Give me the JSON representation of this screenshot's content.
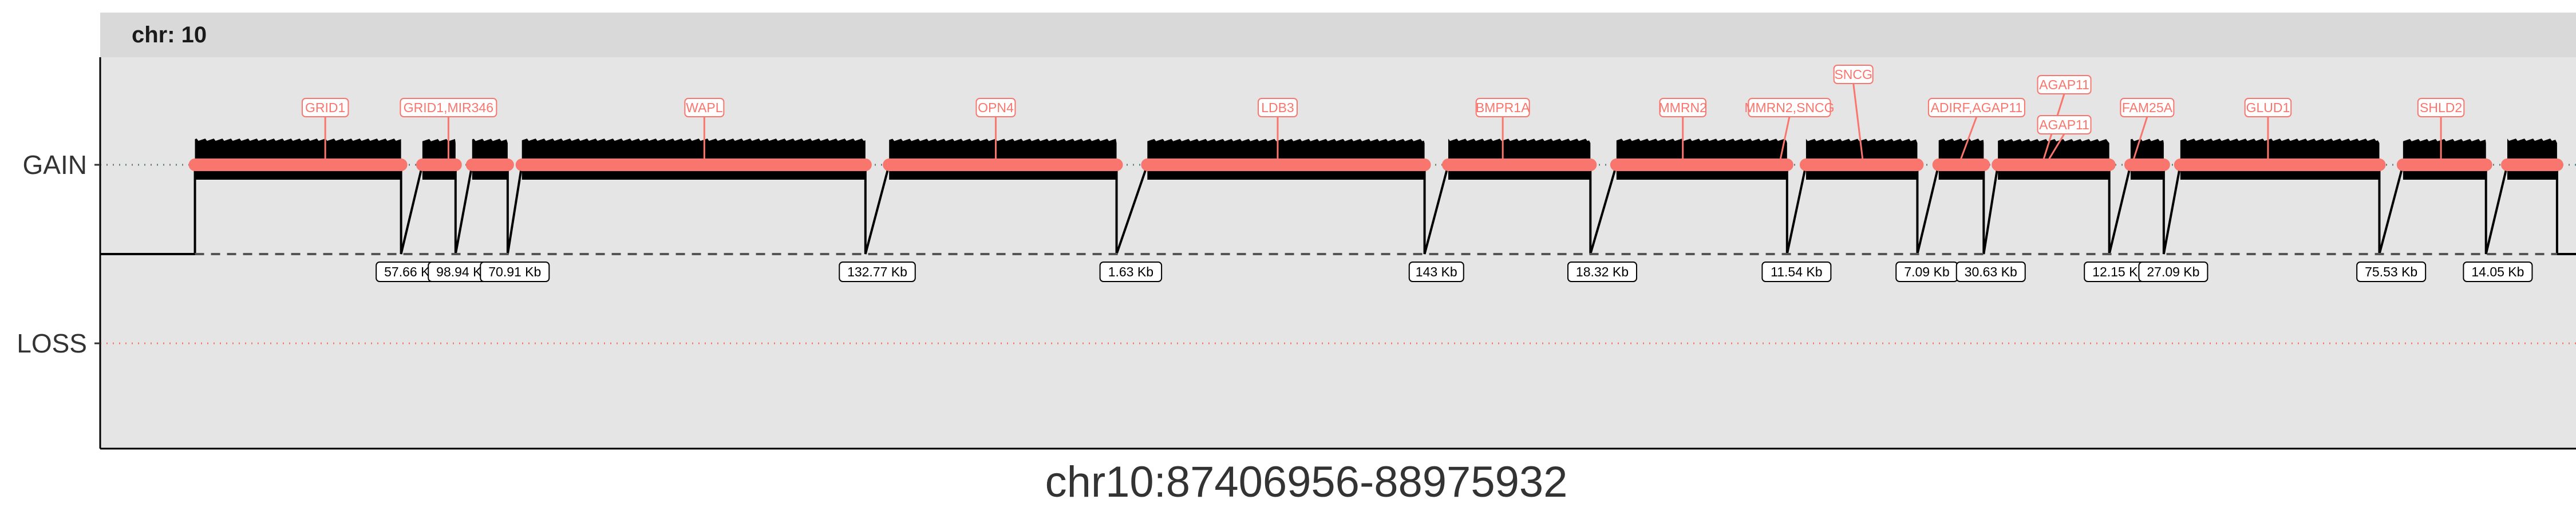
{
  "chart_data": {
    "type": "segment",
    "facet_label": "chr: 10",
    "x_title": "chr10:87406956-88975932",
    "y_categories": [
      "GAIN",
      "LOSS"
    ],
    "colors": {
      "gain_segment": "#f8766d",
      "loss_line": "#f8766d",
      "panel_bg": "#e5e5e5",
      "strip_bg": "#d9d9d9",
      "coverage": "#000000",
      "gene_label": "#f8766d"
    },
    "segments": [
      {
        "start": 0.04,
        "end": 0.127
      },
      {
        "start": 0.136,
        "end": 0.15
      },
      {
        "start": 0.157,
        "end": 0.172
      },
      {
        "start": 0.178,
        "end": 0.323
      },
      {
        "start": 0.333,
        "end": 0.429
      },
      {
        "start": 0.442,
        "end": 0.559
      },
      {
        "start": 0.569,
        "end": 0.629
      },
      {
        "start": 0.64,
        "end": 0.712
      },
      {
        "start": 0.72,
        "end": 0.767
      },
      {
        "start": 0.776,
        "end": 0.795
      },
      {
        "start": 0.801,
        "end": 0.848
      },
      {
        "start": 0.857,
        "end": 0.871
      },
      {
        "start": 0.878,
        "end": 0.962
      },
      {
        "start": 0.972,
        "end": 1.007
      },
      {
        "start": 1.016,
        "end": 1.037
      }
    ],
    "gaps": [
      {
        "label": "57.66 Kb",
        "x": 0.131
      },
      {
        "label": "98.94 Kb",
        "x": 0.153
      },
      {
        "label": "70.91 Kb",
        "x": 0.175
      },
      {
        "label": "132.77 Kb",
        "x": 0.328
      },
      {
        "label": "1.63 Kb",
        "x": 0.435
      },
      {
        "label": "143 Kb",
        "x": 0.564
      },
      {
        "label": "18.32 Kb",
        "x": 0.634
      },
      {
        "label": "11.54 Kb",
        "x": 0.716
      },
      {
        "label": "7.09 Kb",
        "x": 0.771
      },
      {
        "label": "30.63 Kb",
        "x": 0.798
      },
      {
        "label": "12.15 Kb",
        "x": 0.852
      },
      {
        "label": "27.09 Kb",
        "x": 0.875
      },
      {
        "label": "75.53 Kb",
        "x": 0.967
      },
      {
        "label": "14.05 Kb",
        "x": 1.012
      }
    ],
    "genes": [
      {
        "label": "GRID1",
        "x": 0.095,
        "row": 0
      },
      {
        "label": "GRID1,MIR346",
        "x": 0.147,
        "row": 0
      },
      {
        "label": "WAPL",
        "x": 0.255,
        "row": 0
      },
      {
        "label": "OPN4",
        "x": 0.378,
        "row": 0
      },
      {
        "label": "LDB3",
        "x": 0.497,
        "row": 0
      },
      {
        "label": "BMPR1A",
        "x": 0.592,
        "row": 0
      },
      {
        "label": "MMRN2",
        "x": 0.668,
        "row": 0
      },
      {
        "label": "MMRN2,SNCG",
        "x": 0.713,
        "row": 0,
        "anchor": 0.709
      },
      {
        "label": "SNCG",
        "x": 0.74,
        "row": 2,
        "anchor": 0.744
      },
      {
        "label": "ADIRF,AGAP11",
        "x": 0.792,
        "row": 0,
        "anchor": 0.785
      },
      {
        "label": "AGAP11",
        "x": 0.829,
        "row": 1,
        "anchor": 0.82
      },
      {
        "label": "AGAP11",
        "x": 0.829,
        "row": -1,
        "anchor": 0.822
      },
      {
        "label": "FAM25A",
        "x": 0.864,
        "row": 0,
        "anchor": 0.858
      },
      {
        "label": "GLUD1",
        "x": 0.915,
        "row": 0
      },
      {
        "label": "SHLD2",
        "x": 0.988,
        "row": 0
      }
    ]
  }
}
